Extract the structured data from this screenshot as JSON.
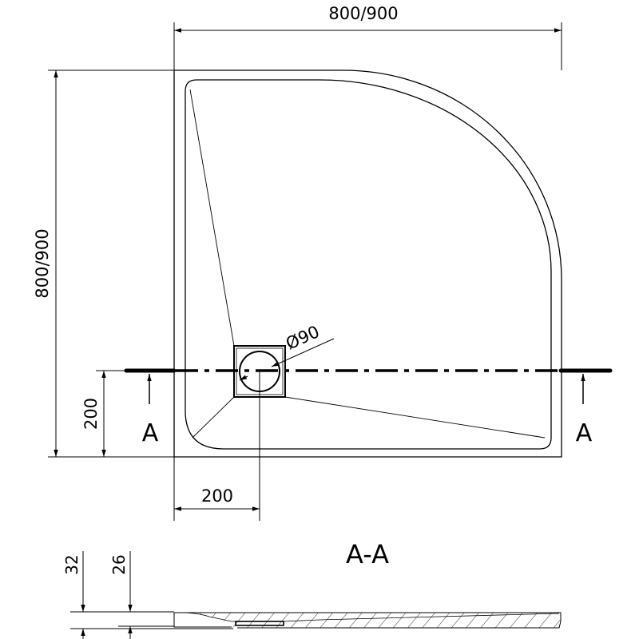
{
  "dimensions": {
    "width_label": "800/900",
    "depth_label": "800/900",
    "drain_offset_y_label": "200",
    "drain_offset_x_label": "200",
    "drain_diameter_label": "Ø90",
    "total_height_label": "32",
    "edge_height_label": "26"
  },
  "section": {
    "marker_left": "A",
    "marker_right": "A",
    "title": "A-A"
  }
}
